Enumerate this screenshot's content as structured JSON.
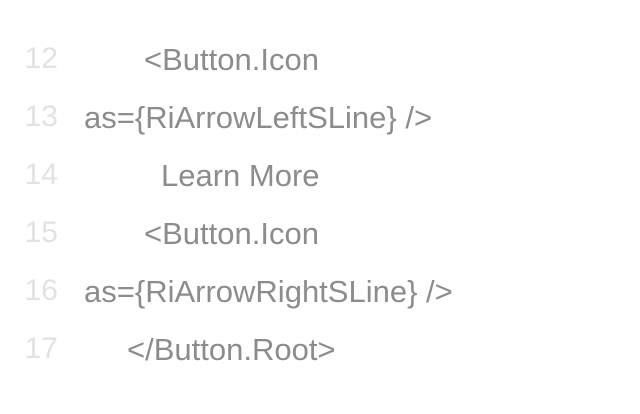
{
  "editor": {
    "name": "code-editor-zoomed-view",
    "background_color": "#ffffff",
    "gutter_color": "#e2e2e2",
    "code_color": "#8c8c8c",
    "language": "jsx",
    "wrap_enabled": true,
    "lines": [
      {
        "number": "12",
        "text": "<Button.Icon",
        "indent": "indent-deep",
        "wrapped_continuation": false
      },
      {
        "number": "13",
        "text": "as={RiArrowLeftSLine} />",
        "indent": "indent-wrap",
        "wrapped_continuation": true
      },
      {
        "number": "14",
        "text": "Learn More",
        "indent": "indent-deeper",
        "wrapped_continuation": false
      },
      {
        "number": "15",
        "text": "<Button.Icon",
        "indent": "indent-deep",
        "wrapped_continuation": false
      },
      {
        "number": "16",
        "text": "as={RiArrowRightSLine} />",
        "indent": "indent-wrap",
        "wrapped_continuation": true
      },
      {
        "number": "17",
        "text": "</Button.Root>",
        "indent": "indent-close",
        "wrapped_continuation": false
      }
    ]
  }
}
